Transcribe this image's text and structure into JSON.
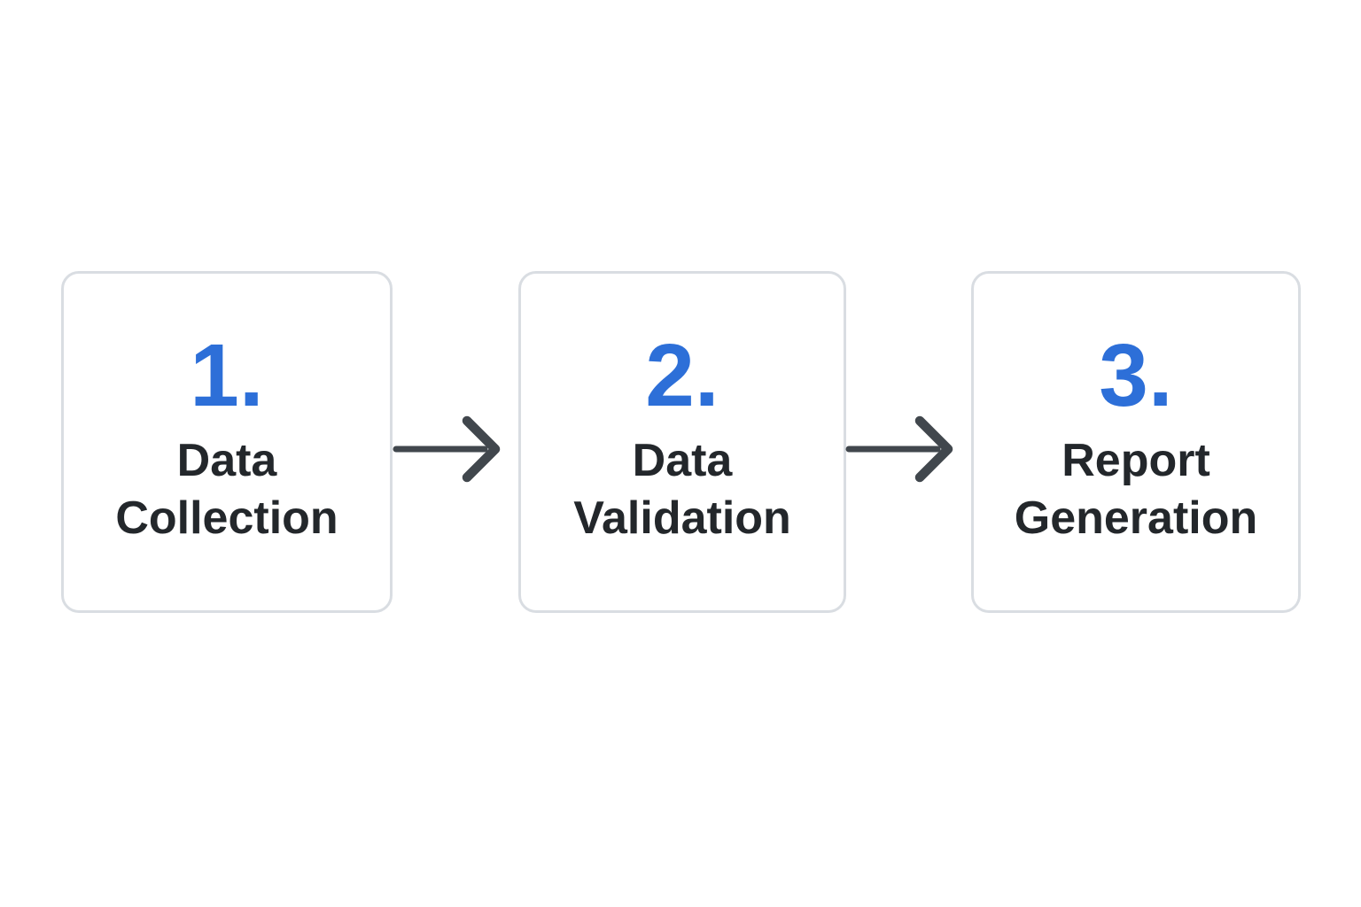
{
  "diagram": {
    "type": "process-flow",
    "steps": [
      {
        "number": "1.",
        "label": "Data Collection"
      },
      {
        "number": "2.",
        "label": "Data Validation"
      },
      {
        "number": "3.",
        "label": "Report Generation"
      }
    ],
    "connectors": [
      {
        "icon": "arrow-right-icon",
        "direction": "right"
      },
      {
        "icon": "arrow-right-icon",
        "direction": "right"
      }
    ],
    "colors": {
      "page_bg": "#ffffff",
      "box_bg": "#ffffff",
      "box_border": "#d9dde2",
      "step_number": "#2d6fd8",
      "step_label": "#23272b",
      "arrow": "#41474d"
    }
  }
}
